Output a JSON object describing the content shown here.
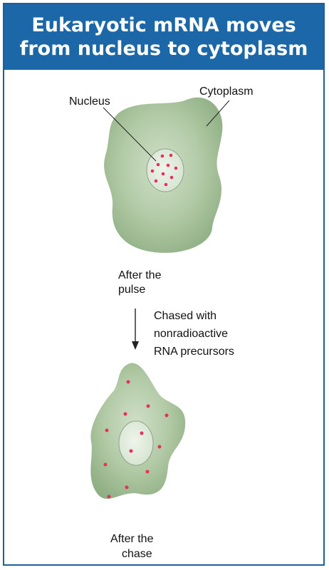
{
  "title": "Eukaryotic mRNA moves from nucleus to cytoplasm",
  "labels": {
    "nucleus": "Nucleus",
    "cytoplasm": "Cytoplasm",
    "after_pulse_line1": "After the",
    "after_pulse_line2": "pulse",
    "chase_line1": "Chased with",
    "chase_line2": "nonradioactive",
    "chase_line3": "RNA precursors",
    "after_chase_line1": "After the",
    "after_chase_line2": "chase"
  },
  "colors": {
    "frame_border": "#1f5f95",
    "title_background": "#1b67a8",
    "title_text": "#ffffff",
    "cell_fill": "#a9c39c",
    "nucleus_fill": "#dfeadb",
    "radioactive_dot": "#e8305a"
  },
  "icons": {
    "down_arrow": "arrow-down-icon"
  }
}
